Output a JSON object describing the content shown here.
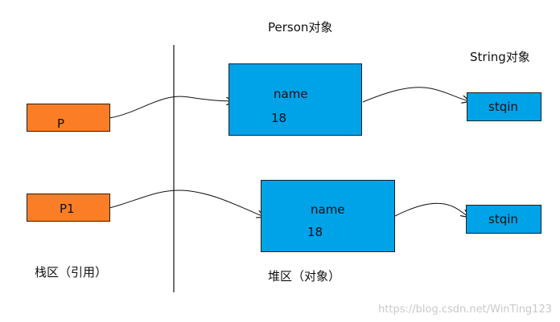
{
  "labels": {
    "person_object": "Person对象",
    "string_object": "String对象",
    "stack_area": "栈区（引用）",
    "heap_area": "堆区（对象）"
  },
  "stack": {
    "p": "P",
    "p1": "P1"
  },
  "person1": {
    "field": "name",
    "value": "18"
  },
  "person2": {
    "field": "name",
    "value": "18"
  },
  "string1": {
    "text": "stqin"
  },
  "string2": {
    "text": "stqin"
  },
  "watermark": "https://blog.csdn.net/WinTing123",
  "colors": {
    "stack_box": "#fb7e26",
    "heap_box": "#00a2e8"
  }
}
